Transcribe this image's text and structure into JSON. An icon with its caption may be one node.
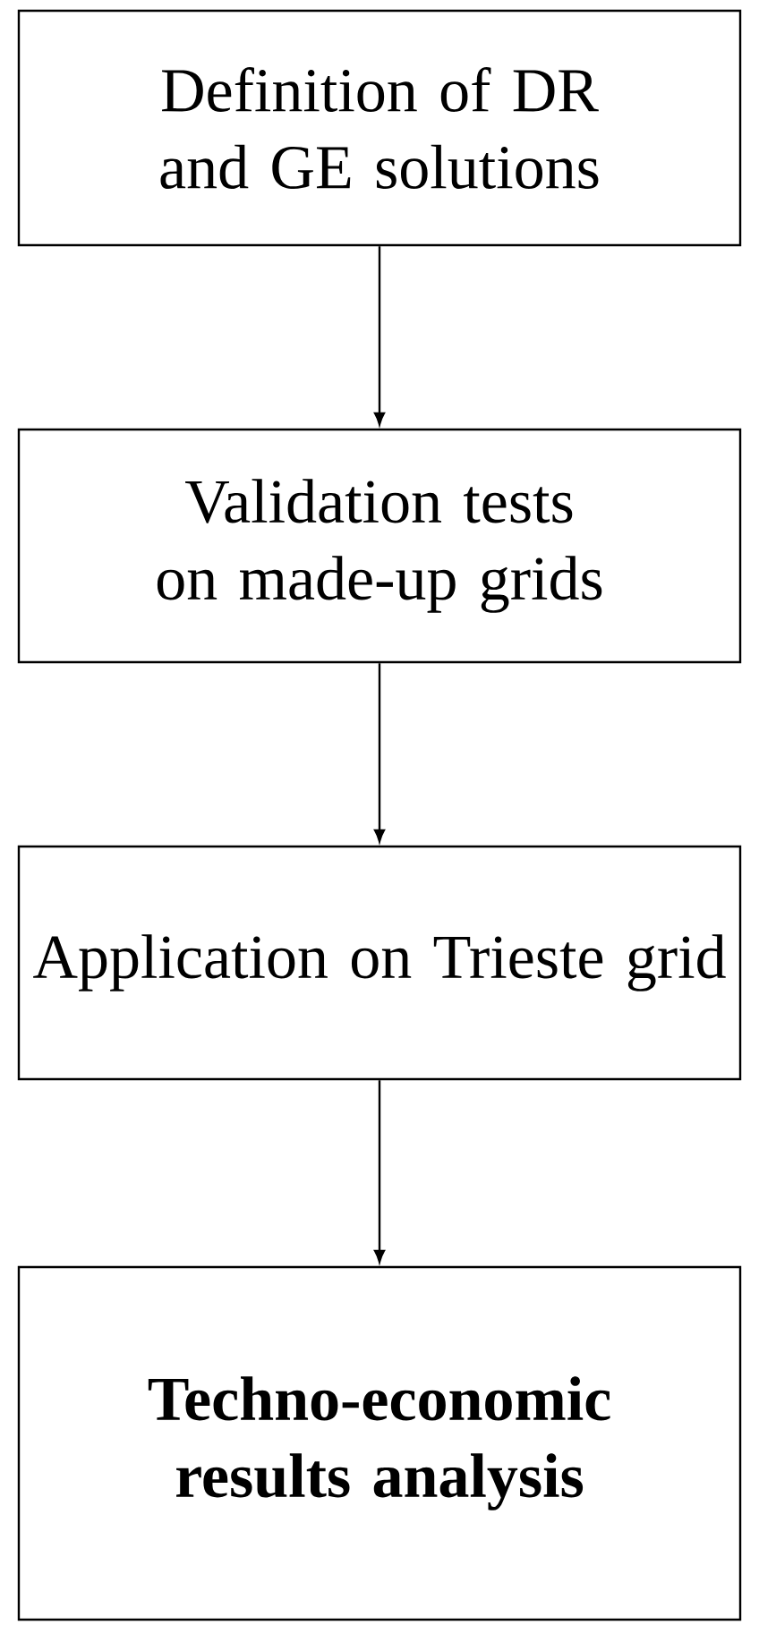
{
  "diagram": {
    "nodes": [
      {
        "text": [
          "Definition of DR and GE solutions"
        ]
      },
      {
        "text": [
          "Validation tests on made-up grids"
        ]
      },
      {
        "text": [
          "Application on Trieste grid"
        ]
      },
      {
        "text": [
          "Techno-economic results analysis"
        ]
      }
    ],
    "edges": [
      {
        "from": 0,
        "to": 1,
        "arrow": "to"
      },
      {
        "from": 1,
        "to": 2,
        "arrow": "to"
      },
      {
        "from": 2,
        "to": 3,
        "arrow": "to"
      }
    ]
  }
}
